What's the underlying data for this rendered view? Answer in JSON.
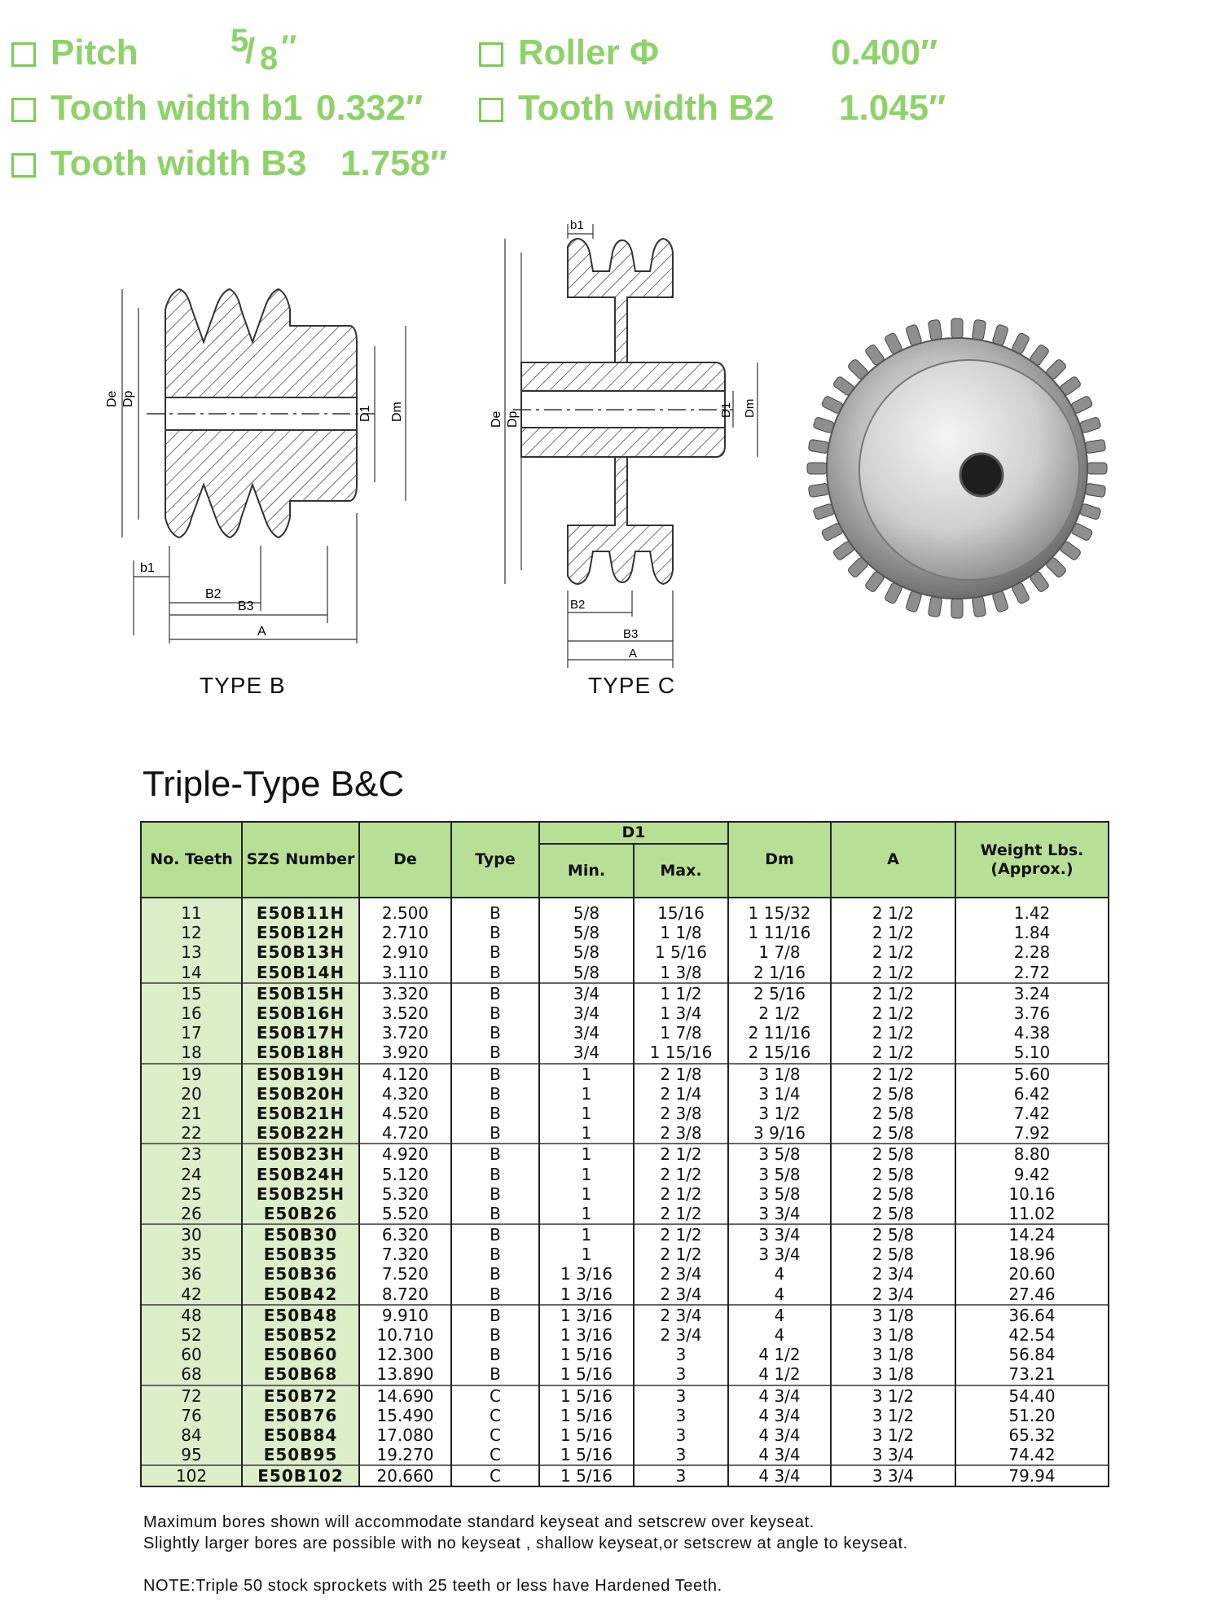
{
  "specs": {
    "pitch": {
      "label": "Pitch",
      "numerator": "5",
      "denominator": "8",
      "unit": "″"
    },
    "roller": {
      "label": "Roller Φ",
      "value": "0.400″"
    },
    "tooth_b1": {
      "label": "Tooth width b1",
      "value": "0.332″"
    },
    "tooth_b2": {
      "label": "Tooth width B2",
      "value": "1.045″"
    },
    "tooth_b3": {
      "label": "Tooth width B3",
      "value": "1.758″"
    }
  },
  "diagram_labels": {
    "de": "De",
    "dp": "Dp",
    "d1": "D1",
    "dm": "Dm",
    "b1": "b1",
    "b2": "B2",
    "b3": "B3",
    "a": "A"
  },
  "type_b_label": "TYPE B",
  "type_c_label": "TYPE C",
  "table_title": "Triple-Type B&C",
  "headers": {
    "no_teeth": "No. Teeth",
    "szs_number": "SZS Number",
    "de": "De",
    "type": "Type",
    "d1": "D1",
    "d1_min": "Min.",
    "d1_max": "Max.",
    "dm": "Dm",
    "a": "A",
    "weight": "Weight Lbs. (Approx.)"
  },
  "rows": [
    {
      "teeth": "11",
      "number": "E50B11H",
      "de": "2.500",
      "type": "B",
      "min": "5/8",
      "max": "15/16",
      "dm": "1 15/32",
      "a": "2 1/2",
      "weight": "1.42"
    },
    {
      "teeth": "12",
      "number": "E50B12H",
      "de": "2.710",
      "type": "B",
      "min": "5/8",
      "max": "1 1/8",
      "dm": "1 11/16",
      "a": "2 1/2",
      "weight": "1.84"
    },
    {
      "teeth": "13",
      "number": "E50B13H",
      "de": "2.910",
      "type": "B",
      "min": "5/8",
      "max": "1 5/16",
      "dm": "1 7/8",
      "a": "2 1/2",
      "weight": "2.28"
    },
    {
      "teeth": "14",
      "number": "E50B14H",
      "de": "3.110",
      "type": "B",
      "min": "5/8",
      "max": "1 3/8",
      "dm": "2 1/16",
      "a": "2 1/2",
      "weight": "2.72"
    },
    {
      "teeth": "15",
      "number": "E50B15H",
      "de": "3.320",
      "type": "B",
      "min": "3/4",
      "max": "1 1/2",
      "dm": "2 5/16",
      "a": "2 1/2",
      "weight": "3.24"
    },
    {
      "teeth": "16",
      "number": "E50B16H",
      "de": "3.520",
      "type": "B",
      "min": "3/4",
      "max": "1 3/4",
      "dm": "2 1/2",
      "a": "2 1/2",
      "weight": "3.76"
    },
    {
      "teeth": "17",
      "number": "E50B17H",
      "de": "3.720",
      "type": "B",
      "min": "3/4",
      "max": "1 7/8",
      "dm": "2 11/16",
      "a": "2 1/2",
      "weight": "4.38"
    },
    {
      "teeth": "18",
      "number": "E50B18H",
      "de": "3.920",
      "type": "B",
      "min": "3/4",
      "max": "1 15/16",
      "dm": "2 15/16",
      "a": "2 1/2",
      "weight": "5.10"
    },
    {
      "teeth": "19",
      "number": "E50B19H",
      "de": "4.120",
      "type": "B",
      "min": "1",
      "max": "2 1/8",
      "dm": "3 1/8",
      "a": "2 1/2",
      "weight": "5.60"
    },
    {
      "teeth": "20",
      "number": "E50B20H",
      "de": "4.320",
      "type": "B",
      "min": "1",
      "max": "2 1/4",
      "dm": "3 1/4",
      "a": "2 5/8",
      "weight": "6.42"
    },
    {
      "teeth": "21",
      "number": "E50B21H",
      "de": "4.520",
      "type": "B",
      "min": "1",
      "max": "2 3/8",
      "dm": "3 1/2",
      "a": "2 5/8",
      "weight": "7.42"
    },
    {
      "teeth": "22",
      "number": "E50B22H",
      "de": "4.720",
      "type": "B",
      "min": "1",
      "max": "2 3/8",
      "dm": "3 9/16",
      "a": "2 5/8",
      "weight": "7.92"
    },
    {
      "teeth": "23",
      "number": "E50B23H",
      "de": "4.920",
      "type": "B",
      "min": "1",
      "max": "2 1/2",
      "dm": "3 5/8",
      "a": "2 5/8",
      "weight": "8.80"
    },
    {
      "teeth": "24",
      "number": "E50B24H",
      "de": "5.120",
      "type": "B",
      "min": "1",
      "max": "2 1/2",
      "dm": "3 5/8",
      "a": "2 5/8",
      "weight": "9.42"
    },
    {
      "teeth": "25",
      "number": "E50B25H",
      "de": "5.320",
      "type": "B",
      "min": "1",
      "max": "2 1/2",
      "dm": "3 5/8",
      "a": "2 5/8",
      "weight": "10.16"
    },
    {
      "teeth": "26",
      "number": "E50B26",
      "de": "5.520",
      "type": "B",
      "min": "1",
      "max": "2 1/2",
      "dm": "3 3/4",
      "a": "2 5/8",
      "weight": "11.02"
    },
    {
      "teeth": "30",
      "number": "E50B30",
      "de": "6.320",
      "type": "B",
      "min": "1",
      "max": "2 1/2",
      "dm": "3 3/4",
      "a": "2 5/8",
      "weight": "14.24"
    },
    {
      "teeth": "35",
      "number": "E50B35",
      "de": "7.320",
      "type": "B",
      "min": "1",
      "max": "2 1/2",
      "dm": "3 3/4",
      "a": "2 5/8",
      "weight": "18.96"
    },
    {
      "teeth": "36",
      "number": "E50B36",
      "de": "7.520",
      "type": "B",
      "min": "1 3/16",
      "max": "2 3/4",
      "dm": "4",
      "a": "2 3/4",
      "weight": "20.60"
    },
    {
      "teeth": "42",
      "number": "E50B42",
      "de": "8.720",
      "type": "B",
      "min": "1 3/16",
      "max": "2 3/4",
      "dm": "4",
      "a": "2 3/4",
      "weight": "27.46"
    },
    {
      "teeth": "48",
      "number": "E50B48",
      "de": "9.910",
      "type": "B",
      "min": "1 3/16",
      "max": "2 3/4",
      "dm": "4",
      "a": "3 1/8",
      "weight": "36.64"
    },
    {
      "teeth": "52",
      "number": "E50B52",
      "de": "10.710",
      "type": "B",
      "min": "1 3/16",
      "max": "2 3/4",
      "dm": "4",
      "a": "3 1/8",
      "weight": "42.54"
    },
    {
      "teeth": "60",
      "number": "E50B60",
      "de": "12.300",
      "type": "B",
      "min": "1 5/16",
      "max": "3",
      "dm": "4 1/2",
      "a": "3 1/8",
      "weight": "56.84"
    },
    {
      "teeth": "68",
      "number": "E50B68",
      "de": "13.890",
      "type": "B",
      "min": "1 5/16",
      "max": "3",
      "dm": "4 1/2",
      "a": "3 1/8",
      "weight": "73.21"
    },
    {
      "teeth": "72",
      "number": "E50B72",
      "de": "14.690",
      "type": "C",
      "min": "1 5/16",
      "max": "3",
      "dm": "4 3/4",
      "a": "3 1/2",
      "weight": "54.40"
    },
    {
      "teeth": "76",
      "number": "E50B76",
      "de": "15.490",
      "type": "C",
      "min": "1 5/16",
      "max": "3",
      "dm": "4 3/4",
      "a": "3 1/2",
      "weight": "51.20"
    },
    {
      "teeth": "84",
      "number": "E50B84",
      "de": "17.080",
      "type": "C",
      "min": "1 5/16",
      "max": "3",
      "dm": "4 3/4",
      "a": "3 1/2",
      "weight": "65.32"
    },
    {
      "teeth": "95",
      "number": "E50B95",
      "de": "19.270",
      "type": "C",
      "min": "1 5/16",
      "max": "3",
      "dm": "4 3/4",
      "a": "3 3/4",
      "weight": "74.42"
    },
    {
      "teeth": "102",
      "number": "E50B102",
      "de": "20.660",
      "type": "C",
      "min": "1 5/16",
      "max": "3",
      "dm": "4 3/4",
      "a": "3 3/4",
      "weight": "79.94"
    }
  ],
  "notes": {
    "line1": "Maximum bores shown will accommodate standard keyseat and setscrew over keyseat.",
    "line2": "Slightly larger bores are possible with no keyseat , shallow keyseat,or setscrew at angle to keyseat.",
    "line3": "NOTE:Triple 50 stock sprockets with 25 teeth or less have Hardened Teeth."
  },
  "colors": {
    "header_green": "#b8df96",
    "accent_green": "#8fd26b",
    "column_green": "#dcefc8"
  }
}
